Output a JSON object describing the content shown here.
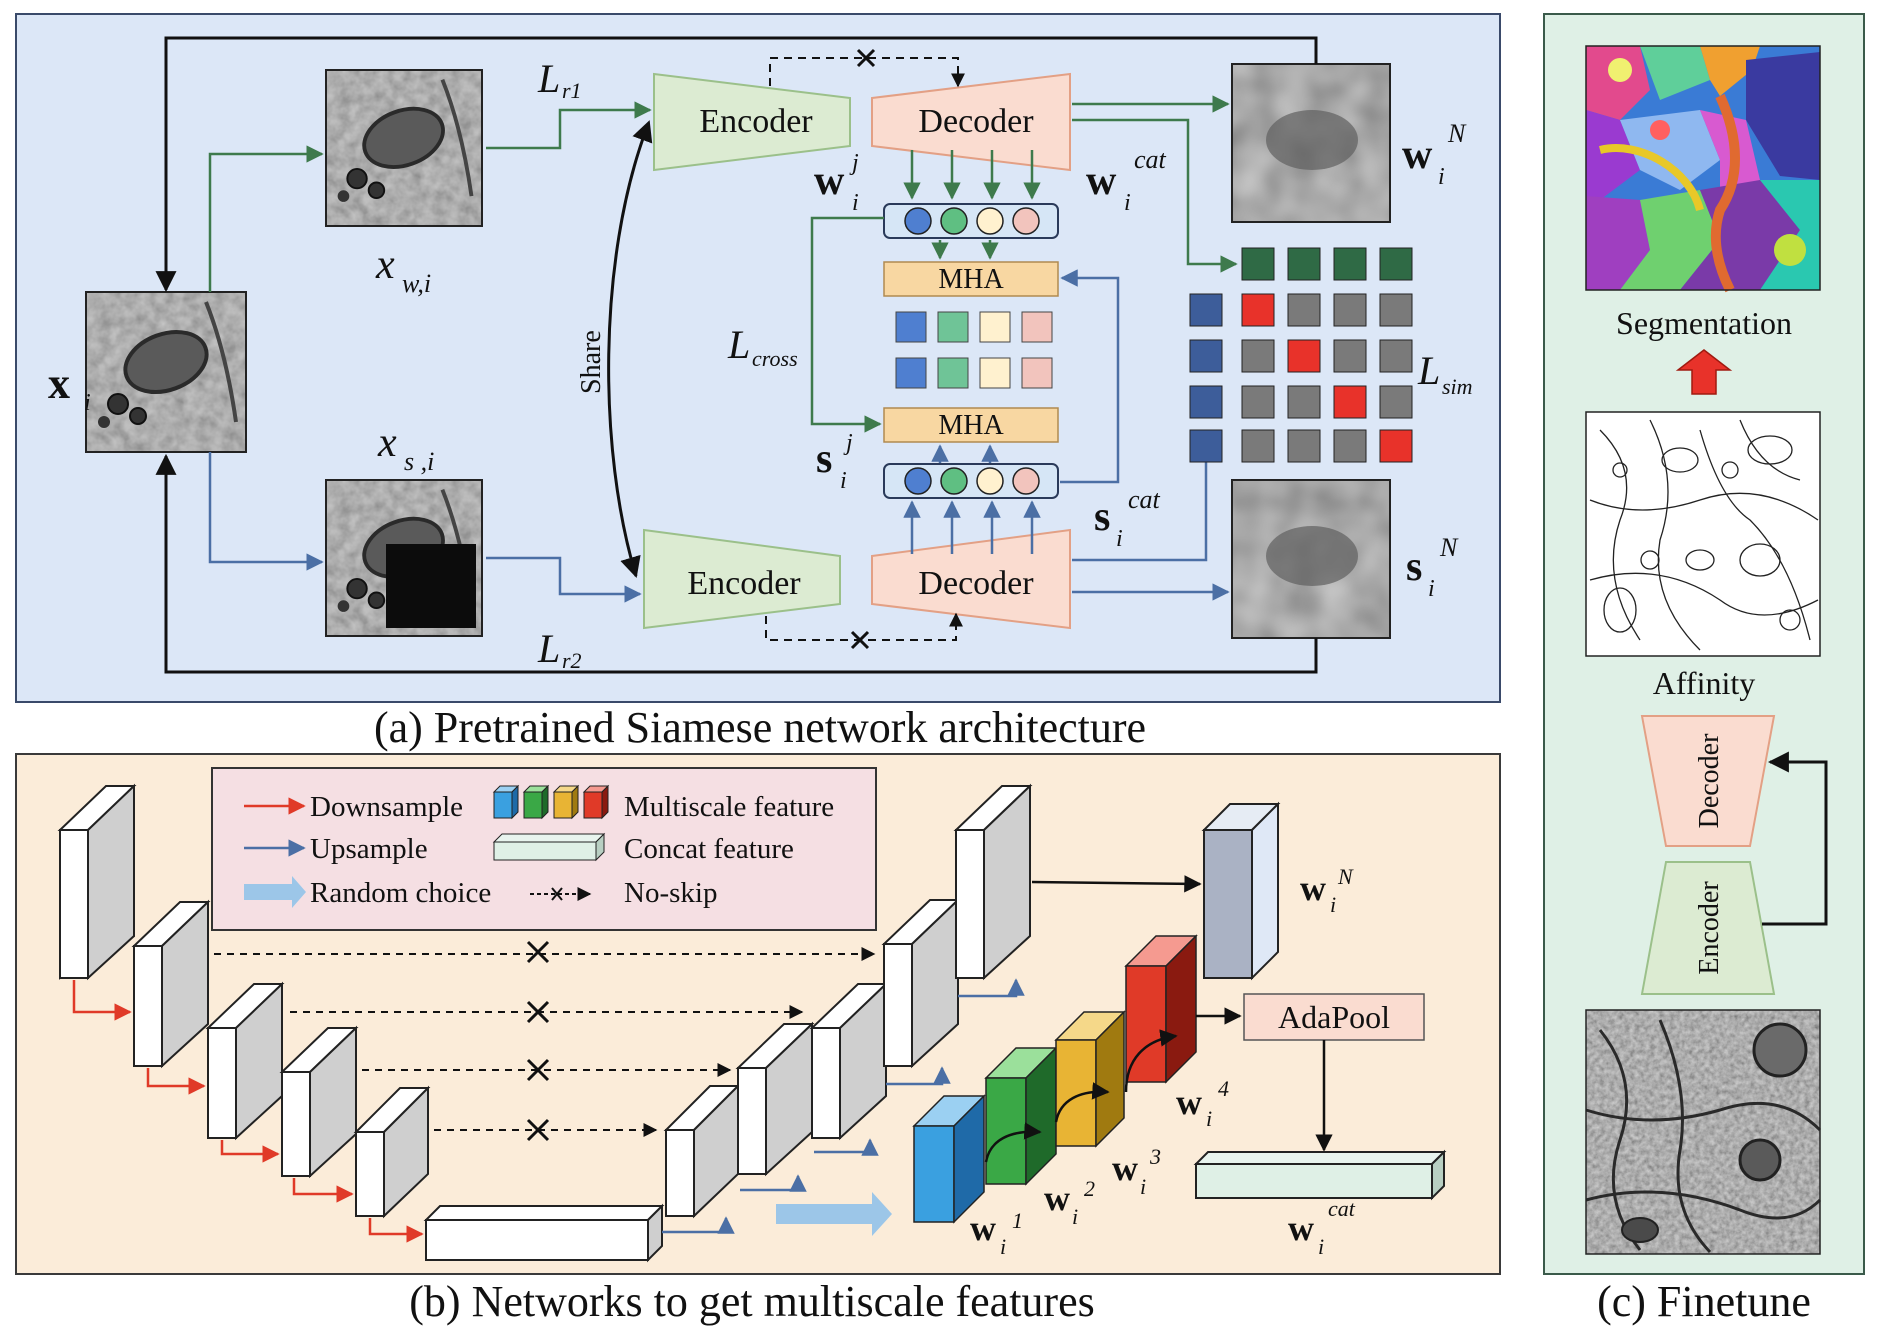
{
  "panel_a": {
    "caption": "(a) Pretrained Siamese network architecture",
    "encoder_top": "Encoder",
    "encoder_bottom": "Encoder",
    "decoder_top": "Decoder",
    "decoder_bottom": "Decoder",
    "mha_top": "MHA",
    "mha_bottom": "MHA",
    "share": "Share",
    "x_i_main": "x",
    "x_i_sub": "i",
    "x_wi_main": "x",
    "x_wi_sub": "w,i",
    "x_si_main": "x",
    "x_si_sub": "s ,i",
    "loss_r1_main": "L",
    "loss_r1_sub": "r1",
    "loss_r2_main": "L",
    "loss_r2_sub": "r2",
    "loss_cross_main": "L",
    "loss_cross_sub": "cross",
    "loss_sim_main": "L",
    "loss_sim_sub": "sim",
    "w_j_main": "w",
    "w_j_sub": "i",
    "w_j_sup": "j",
    "s_j_main": "s",
    "s_j_sub": "i",
    "s_j_sup": "j",
    "w_cat_main": "w",
    "w_cat_sub": "i",
    "w_cat_sup": "cat",
    "s_cat_main": "s",
    "s_cat_sub": "i",
    "s_cat_sup": "cat",
    "w_N_main": "w",
    "w_N_sub": "i",
    "w_N_sup": "N",
    "s_N_main": "s",
    "s_N_sub": "i",
    "s_N_sup": "N"
  },
  "panel_b": {
    "caption": "(b) Networks to get multiscale features",
    "legend": {
      "downsample": "Downsample",
      "upsample": "Upsample",
      "random_choice": "Random choice",
      "multiscale": "Multiscale feature",
      "concat": "Concat feature",
      "no_skip": "No-skip"
    },
    "adapool": "AdaPool",
    "w_N_main": "w",
    "w_N_sub": "i",
    "w_N_sup": "N",
    "w1_main": "w",
    "w1_sub": "i",
    "w1_sup": "1",
    "w2_main": "w",
    "w2_sub": "i",
    "w2_sup": "2",
    "w3_main": "w",
    "w3_sub": "i",
    "w3_sup": "3",
    "w4_main": "w",
    "w4_sub": "i",
    "w4_sup": "4",
    "wcat_main": "w",
    "wcat_sub": "i",
    "wcat_sup": "cat"
  },
  "panel_c": {
    "caption": "(c) Finetune",
    "segmentation": "Segmentation",
    "affinity": "Affinity",
    "decoder": "Decoder",
    "encoder": "Encoder"
  },
  "colors": {
    "panel_a_bg": "#dce7f7",
    "panel_b_bg": "#fbecd9",
    "panel_c_bg": "#dff0e6",
    "encoder_fill": "#dcebd2",
    "decoder_fill": "#fadcd0",
    "mha_fill": "#f8d7a2",
    "green_arrow": "#3e7a4c",
    "blue_arrow": "#4b6fa5",
    "red_arrow": "#e03a28",
    "red_square": "#e8322a",
    "dark_green_square": "#2f6a45",
    "navy_square": "#3d5d9a",
    "gray_square": "#7a7a7a"
  }
}
